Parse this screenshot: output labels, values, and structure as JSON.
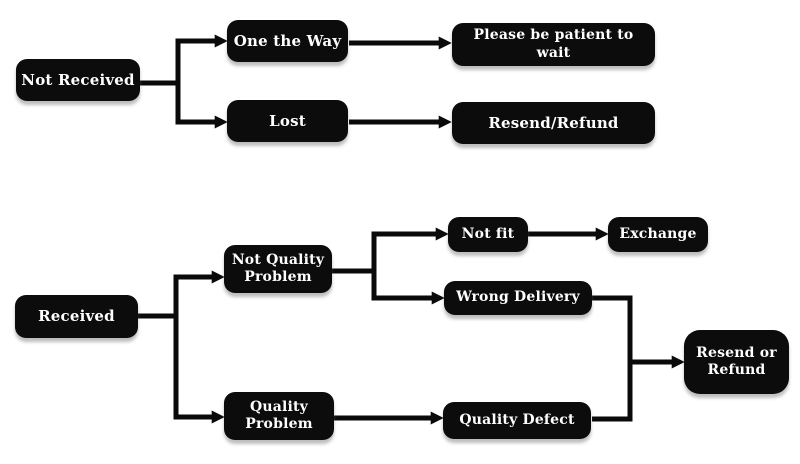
{
  "diagram": {
    "type": "flowchart",
    "background_color": "#ffffff",
    "node_fill_color": "#0c0c0c",
    "node_text_color": "#ffffff",
    "connector_color": "#0a0a0a",
    "nodes": {
      "not_received": "Not Received",
      "one_the_way": "One the Way",
      "lost": "Lost",
      "please_wait": "Please be patient to wait",
      "resend_refund": "Resend/Refund",
      "received": "Received",
      "not_quality_problem": "Not Quality\nProblem",
      "quality_problem": "Quality\nProblem",
      "not_fit": "Not fit",
      "exchange": "Exchange",
      "wrong_delivery": "Wrong Delivery",
      "quality_defect": "Quality Defect",
      "resend_or_refund": "Resend or\nRefund"
    },
    "edges": [
      {
        "from": "not_received",
        "to": "one_the_way"
      },
      {
        "from": "not_received",
        "to": "lost"
      },
      {
        "from": "one_the_way",
        "to": "please_wait"
      },
      {
        "from": "lost",
        "to": "resend_refund"
      },
      {
        "from": "received",
        "to": "not_quality_problem"
      },
      {
        "from": "received",
        "to": "quality_problem"
      },
      {
        "from": "not_quality_problem",
        "to": "not_fit"
      },
      {
        "from": "not_quality_problem",
        "to": "wrong_delivery"
      },
      {
        "from": "not_fit",
        "to": "exchange"
      },
      {
        "from": "wrong_delivery",
        "to": "resend_or_refund"
      },
      {
        "from": "quality_problem",
        "to": "quality_defect"
      },
      {
        "from": "quality_defect",
        "to": "resend_or_refund"
      }
    ]
  }
}
